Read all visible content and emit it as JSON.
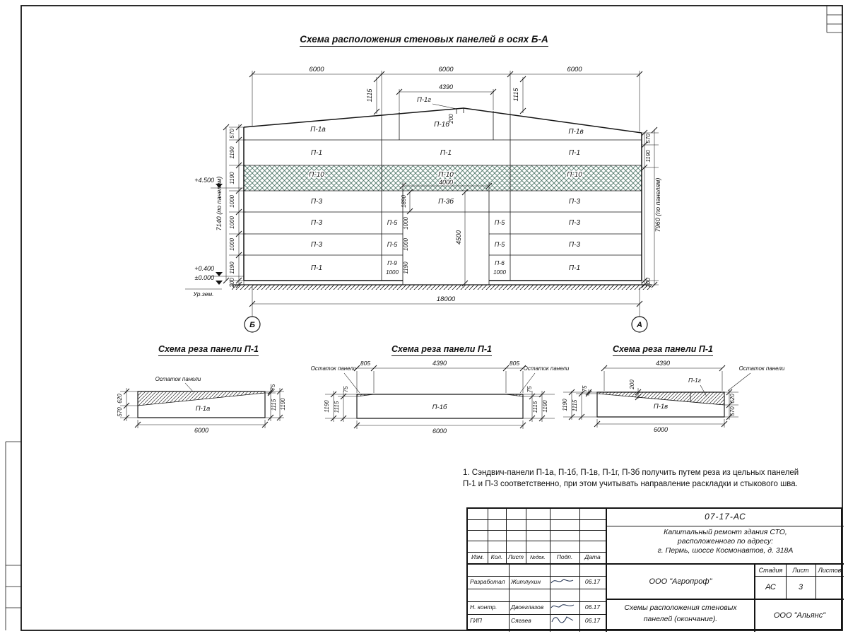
{
  "sheet": {
    "main_title": "Схема расположения стеновых панелей в осях Б-А",
    "note_line1": "1. Сэндвич-панели П-1а, П-1б, П-1в, П-1г, П-3б получить путем реза из цельных панелей",
    "note_line2": "П-1 и П-3 соответственно, при этом учитывать направление раскладки и стыкового шва."
  },
  "elevation": {
    "dims_top": [
      "6000",
      "6000",
      "6000"
    ],
    "dim_4390": "4390",
    "dim_1115_left": "1115",
    "dim_1115_right": "1115",
    "label_p1g": "П-1г",
    "dim_200_apex": "200",
    "row_top": [
      "П-1а",
      "П-1б",
      "П-1в"
    ],
    "row_p1": [
      "П-1",
      "П-1",
      "П-1"
    ],
    "row_p10": [
      "П-10",
      "П-10",
      "П-10"
    ],
    "dim_4000": "4000",
    "row_p3": [
      "П-3",
      "П-3б",
      "П-3"
    ],
    "row_p5a": [
      "П-3",
      "П-5",
      "П-5",
      "П-3"
    ],
    "row_p5b": [
      "П-3",
      "П-5",
      "П-5",
      "П-3"
    ],
    "row_bottom": [
      "П-1",
      "П-9",
      "П-6",
      "П-1"
    ],
    "dim_p9_width": "1000",
    "dim_p6_width": "1000",
    "door": {
      "d1890": "1890",
      "d4500": "4500",
      "d1000a": "1000",
      "d1000b": "1000",
      "d1190": "1190"
    },
    "left_chain": [
      "570",
      "1190",
      "1190",
      "1000",
      "1000",
      "1000",
      "1190",
      "200"
    ],
    "left_total": "7140 (по панелям)",
    "right_570": "570",
    "right_1190": "1190",
    "right_total": "7960 (по панелям)",
    "right_200": "200",
    "levels": {
      "l450": "+4.500",
      "l040": "+0.400",
      "l000": "±0.000",
      "ground": "Ур.зем."
    },
    "dim_bottom": "18000",
    "axis_left": "Б",
    "axis_right": "А"
  },
  "cut1": {
    "title": "Схема реза панели П-1",
    "remainder": "Остаток панели",
    "panel": "П-1а",
    "d620": "620",
    "d570": "570",
    "d75": "75",
    "d1115": "1115",
    "d1190": "1190",
    "d6000": "6000"
  },
  "cut2": {
    "title": "Схема реза панели П-1",
    "remainder_left": "Остаток панели",
    "remainder_right": "Остаток панели",
    "d805_left": "805",
    "d4390": "4390",
    "d805_right": "805",
    "panel": "П-1б",
    "left": [
      "1190",
      "1115",
      "75"
    ],
    "right": [
      "75",
      "1115",
      "1190"
    ],
    "d6000": "6000"
  },
  "cut3": {
    "title": "Схема реза панели П-1",
    "remainder": "Остаток панели",
    "d4390": "4390",
    "d200": "200",
    "label_p1g": "П-1г",
    "panel": "П-1в",
    "left": [
      "1190",
      "1115",
      "75"
    ],
    "d620": "620",
    "d570": "570",
    "d6000": "6000"
  },
  "titleblock": {
    "doc_number": "07-17-АС",
    "project": [
      "Капитальный ремонт здания СТО,",
      "расположенного по адресу:",
      "г. Пермь, шоссе Космонавтов, д. 318А"
    ],
    "header_cols": [
      "Изм.",
      "Кол.",
      "Лист",
      "№док.",
      "Подп.",
      "Дата"
    ],
    "sign_rows": [
      {
        "role": "Разработал",
        "name": "Житлухин",
        "date": "06.17"
      },
      {
        "role": "Н. контр.",
        "name": "Двоеглазов",
        "date": "06.17"
      },
      {
        "role": "ГИП",
        "name": "Сягаев",
        "date": "06.17"
      }
    ],
    "org1": "ООО \"Агропроф\"",
    "stage_label": "Стадия",
    "sheet_label": "Лист",
    "sheets_label": "Листов",
    "stage": "АС",
    "sheet": "3",
    "doc_title": [
      "Схемы расположения стеновых",
      "панелей (окончание)."
    ],
    "org2": "ООО \"Альянс\""
  }
}
